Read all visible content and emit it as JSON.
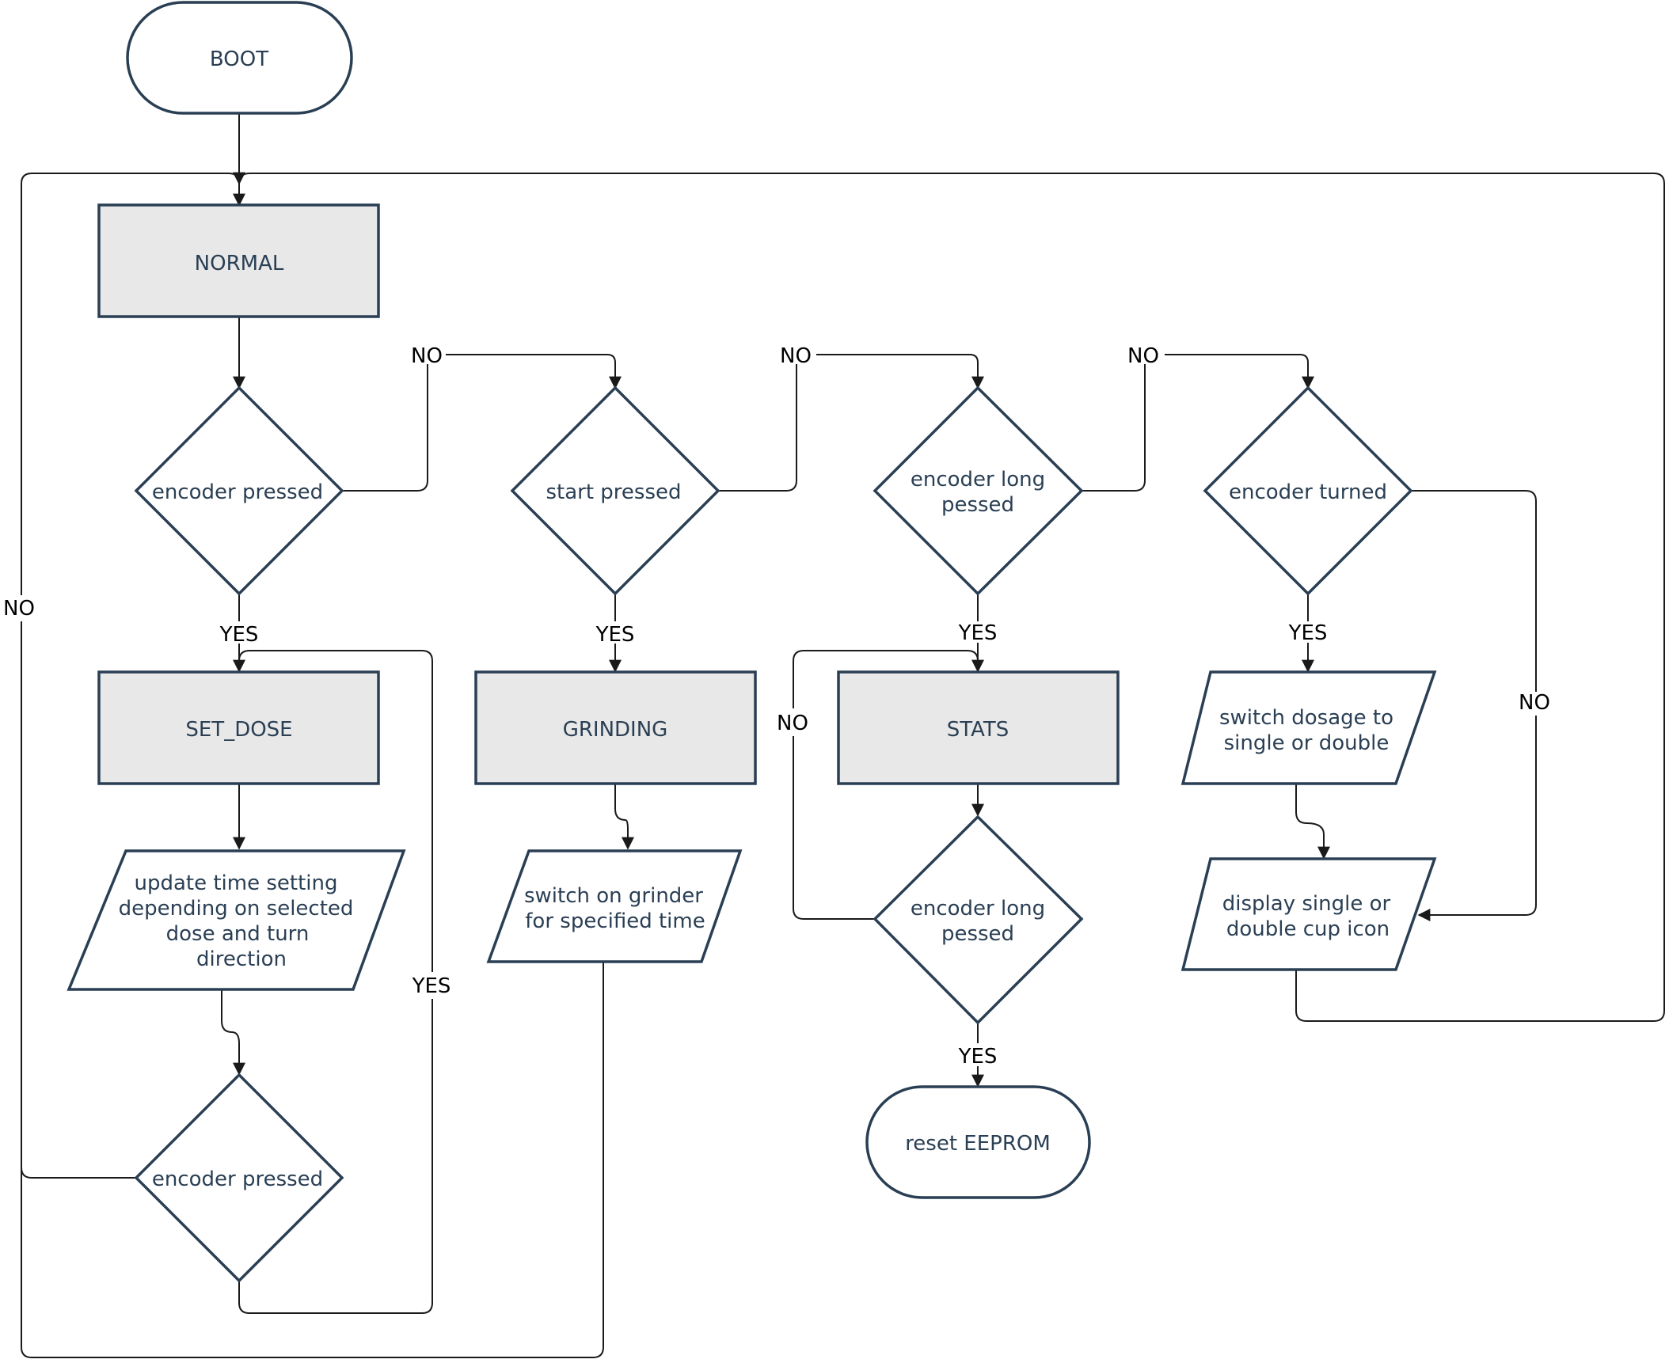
{
  "colors": {
    "stroke": "#2a3f54",
    "state_fill": "#e8e8e8",
    "node_fill": "#ffffff",
    "text": "#2a3f54",
    "edge": "#1a1a1a",
    "edge_label": "#000000"
  },
  "nodes": {
    "boot": [
      "BOOT"
    ],
    "normal": [
      "NORMAL"
    ],
    "encoder_pressed_1": [
      "encoder pressed"
    ],
    "start_pressed": [
      "start pressed"
    ],
    "encoder_long_pressed_1": [
      "encoder long",
      "pessed"
    ],
    "encoder_turned": [
      "encoder turned"
    ],
    "set_dose": [
      "SET_DOSE"
    ],
    "grinding": [
      "GRINDING"
    ],
    "stats": [
      "STATS"
    ],
    "switch_dosage": [
      "switch dosage to",
      "single or double"
    ],
    "update_time": [
      "update time setting",
      "depending on selected",
      "dose and turn",
      "direction"
    ],
    "switch_on_grinder": [
      "switch on grinder",
      "for specified time"
    ],
    "encoder_long_pressed_2": [
      "encoder long",
      "pessed"
    ],
    "display_cup": [
      "display single or",
      "double cup icon"
    ],
    "encoder_pressed_2": [
      "encoder pressed"
    ],
    "reset_eeprom": [
      "reset EEPROM"
    ]
  },
  "edge_labels": {
    "no_1": "NO",
    "no_2": "NO",
    "no_3": "NO",
    "no_left": "NO",
    "yes_1": "YES",
    "yes_2": "YES",
    "yes_3": "YES",
    "yes_4": "YES",
    "no_stats": "NO",
    "no_turned": "NO",
    "yes_loop": "YES",
    "yes_reset": "YES"
  }
}
